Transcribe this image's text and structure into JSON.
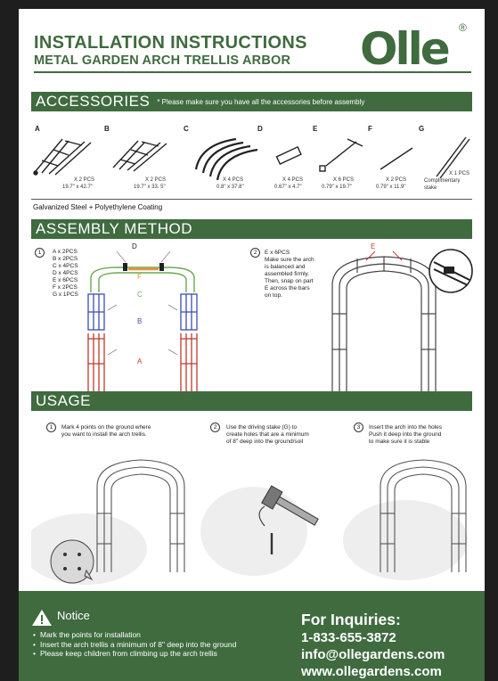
{
  "header": {
    "title": "INSTALLATION INSTRUCTIONS",
    "subtitle": "METAL GARDEN ARCH TRELLIS ARBOR",
    "logo_text": "Olle",
    "logo_mark": "®"
  },
  "accessories": {
    "heading": "ACCESSORIES",
    "note": "* Please make sure you have all the accessories before assembly",
    "items": [
      {
        "letter": "A",
        "qty": "X 2 PCS",
        "size": "19.7\" x 42.7\""
      },
      {
        "letter": "B",
        "qty": "X 2 PCS",
        "size": "19.7\" x 33. 5\""
      },
      {
        "letter": "C",
        "qty": "X  4 PCS",
        "size": "0.8\" x 37.8\""
      },
      {
        "letter": "D",
        "qty": "X 4 PCS",
        "size": "0.67\" x 4.7\""
      },
      {
        "letter": "E",
        "qty": "X 6 PCS",
        "size": "0.79\" x 19.7\""
      },
      {
        "letter": "F",
        "qty": "X 2 PCS",
        "size": "0.79\" x 11.9\""
      },
      {
        "letter": "G",
        "qty": "X 1 PCS",
        "size": "Complimentary",
        "size2": "stake"
      }
    ],
    "coating": "Galvanized Steel + Polyethylene Coating"
  },
  "assembly": {
    "heading": "ASSEMBLY METHOD",
    "step1": {
      "num": "1",
      "list": [
        "A x 2PCS",
        "B x 2PCS",
        "C x 4PCS",
        "D x 4PCS",
        "E x 6PCS",
        "F x 2PCS",
        "G x 1PCS"
      ],
      "labels": {
        "A": "A",
        "B": "B",
        "C": "C",
        "D": "D",
        "F": "F"
      }
    },
    "step2": {
      "num": "2",
      "lines": [
        "E x 6PCS",
        "Make sure the arch",
        "is balanced and",
        "assembled firmly.",
        "Then, snap on part",
        "E across the bars",
        "on top."
      ],
      "label": "E"
    }
  },
  "usage": {
    "heading": "USAGE",
    "steps": [
      {
        "num": "1",
        "lines": [
          "Mark 4 points on the ground where",
          "you want to install the arch trellis."
        ]
      },
      {
        "num": "2",
        "lines": [
          "Use the driving stake (G) to",
          "create holes that are a minimum",
          "of 8\" deep into the ground/soil"
        ]
      },
      {
        "num": "3",
        "lines": [
          "Insert the arch into the holes",
          "Push it deep into the ground",
          "to make sure it is stable"
        ]
      }
    ]
  },
  "footer": {
    "notice_title": "Notice",
    "notices": [
      "Mark the points for installation",
      "Insert the arch trellis a minimum of 8\" deep into the ground",
      "Please keep children from climbing up the arch trellis"
    ],
    "inquiries": "For Inquiries:",
    "phone": "1-833-655-3872",
    "email": "info@ollegardens.com",
    "web": "www.ollegardens.com"
  },
  "colors": {
    "brand": "#3f6b3f",
    "red": "#c0392b",
    "blue": "#3a4fb0",
    "green": "#6aa84f",
    "orange": "#e69138"
  },
  "icons": [
    "warning-icon",
    "hammer-stake-icon"
  ]
}
